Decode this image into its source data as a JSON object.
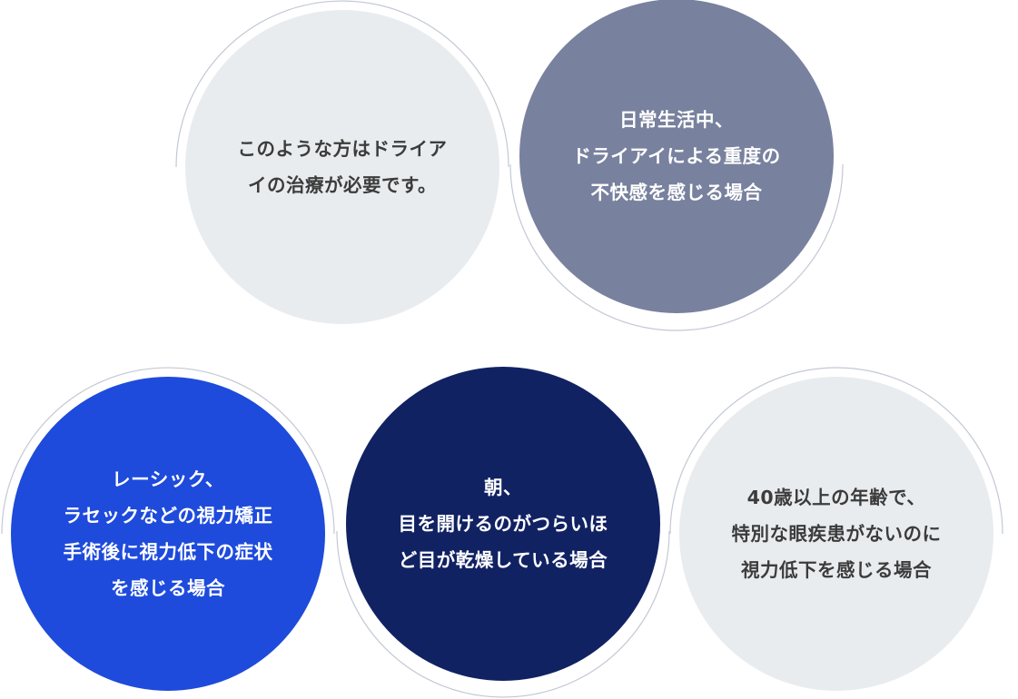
{
  "colors": {
    "light_fill": "#e9ecef",
    "slate_fill": "#78819e",
    "blue_fill": "#1e4bdb",
    "navy_fill": "#112263",
    "outline": "#c4c8d4",
    "dark_text": "#3c3c3c",
    "light_text": "#ffffff"
  },
  "circles": [
    {
      "label": "このような方はドライア\nイの治療が必要です。",
      "style": "light",
      "outline": "top"
    },
    {
      "label": "日常生活中、\nドライアイによる重度の\n不快感を感じる場合",
      "style": "slate",
      "outline": "bottom"
    },
    {
      "label": "レーシック、\nラセックなどの視力矯正\n手術後に視力低下の症状\nを感じる場合",
      "style": "blue",
      "outline": "top"
    },
    {
      "label": "朝、\n目を開けるのがつらいほ\nど目が乾燥している場合",
      "style": "navy",
      "outline": "bottom"
    },
    {
      "label": "40歳以上の年齢で、\n特別な眼疾患がないのに\n視力低下を感じる場合",
      "style": "light",
      "outline": "top"
    }
  ]
}
